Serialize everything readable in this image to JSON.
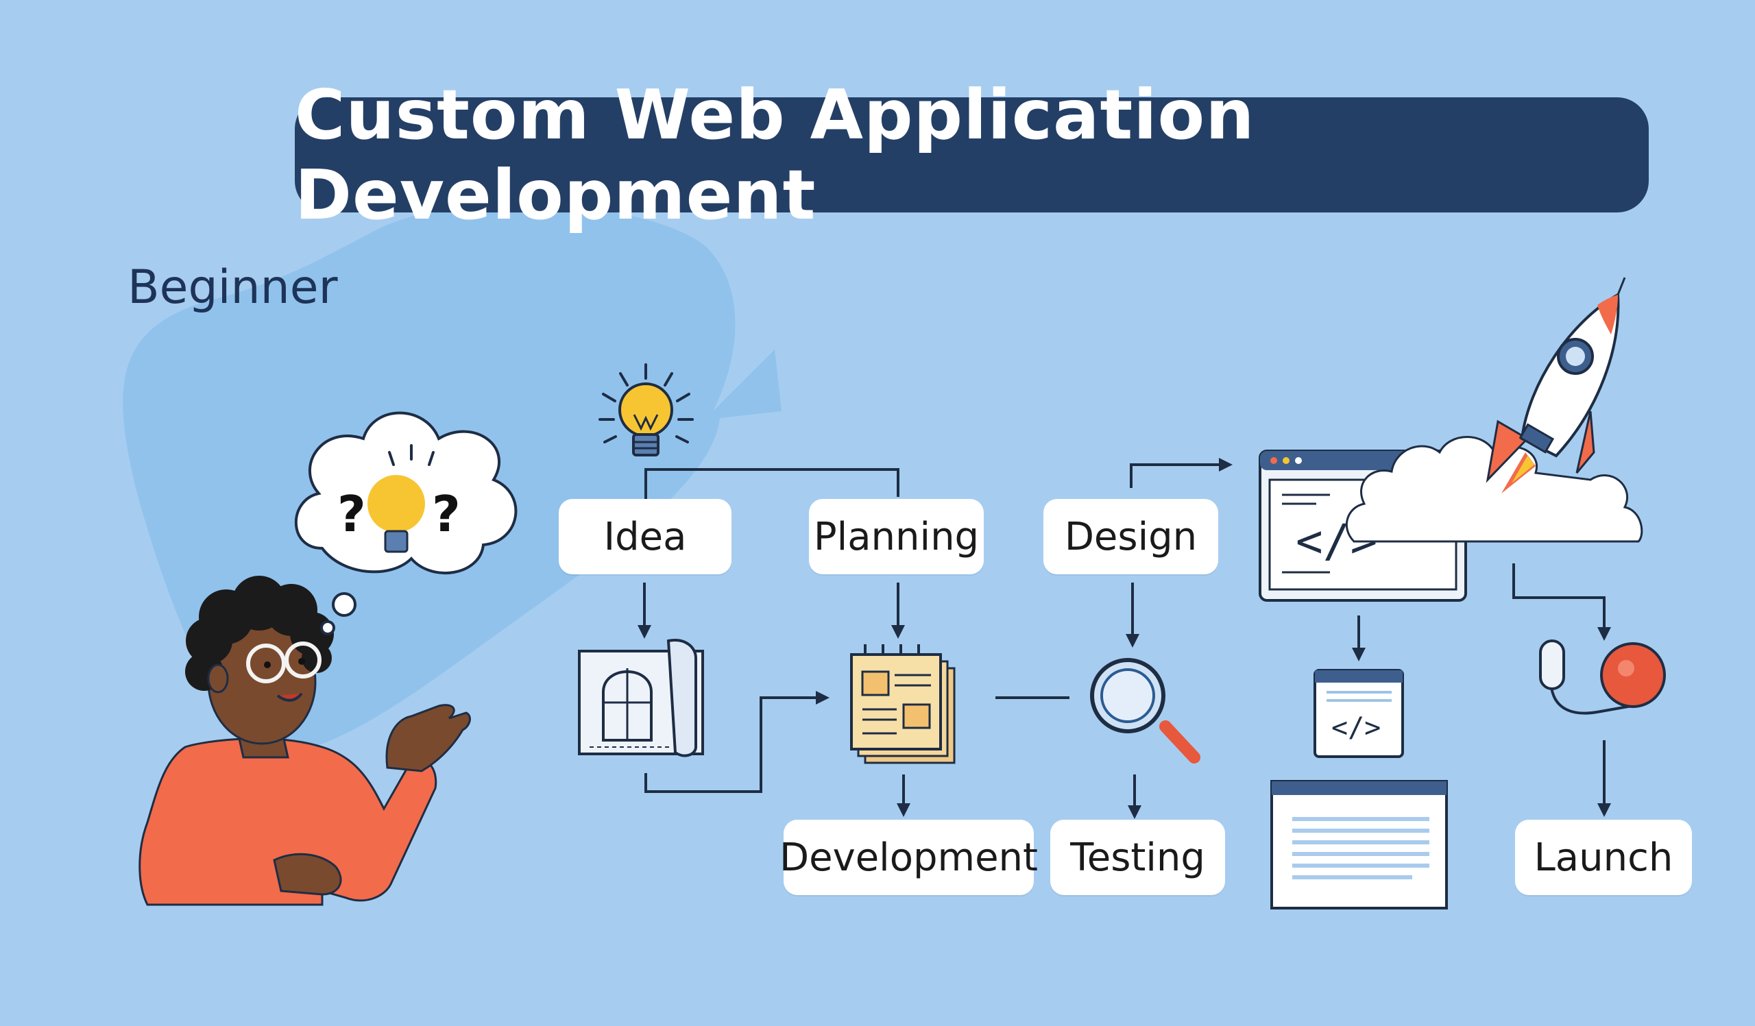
{
  "header": {
    "title": "Custom Web Application Development"
  },
  "level_label": "Beginner",
  "steps": {
    "idea": "Idea",
    "planning": "Planning",
    "design": "Design",
    "development": "Development",
    "testing": "Testing",
    "launch": "Launch"
  },
  "icons": [
    "lightbulb-icon",
    "thought-bubble-icon",
    "blueprint-icon",
    "notepad-icon",
    "magnifier-icon",
    "code-window-icon",
    "code-card-icon",
    "document-icon",
    "rocket-icon",
    "cloud-icon",
    "toggle-icon"
  ],
  "colors": {
    "background": "#a6cdf0",
    "title_bar": "#243f66",
    "accent_orange": "#f26b4b",
    "accent_yellow": "#f7c531",
    "ink": "#1e2d44"
  }
}
